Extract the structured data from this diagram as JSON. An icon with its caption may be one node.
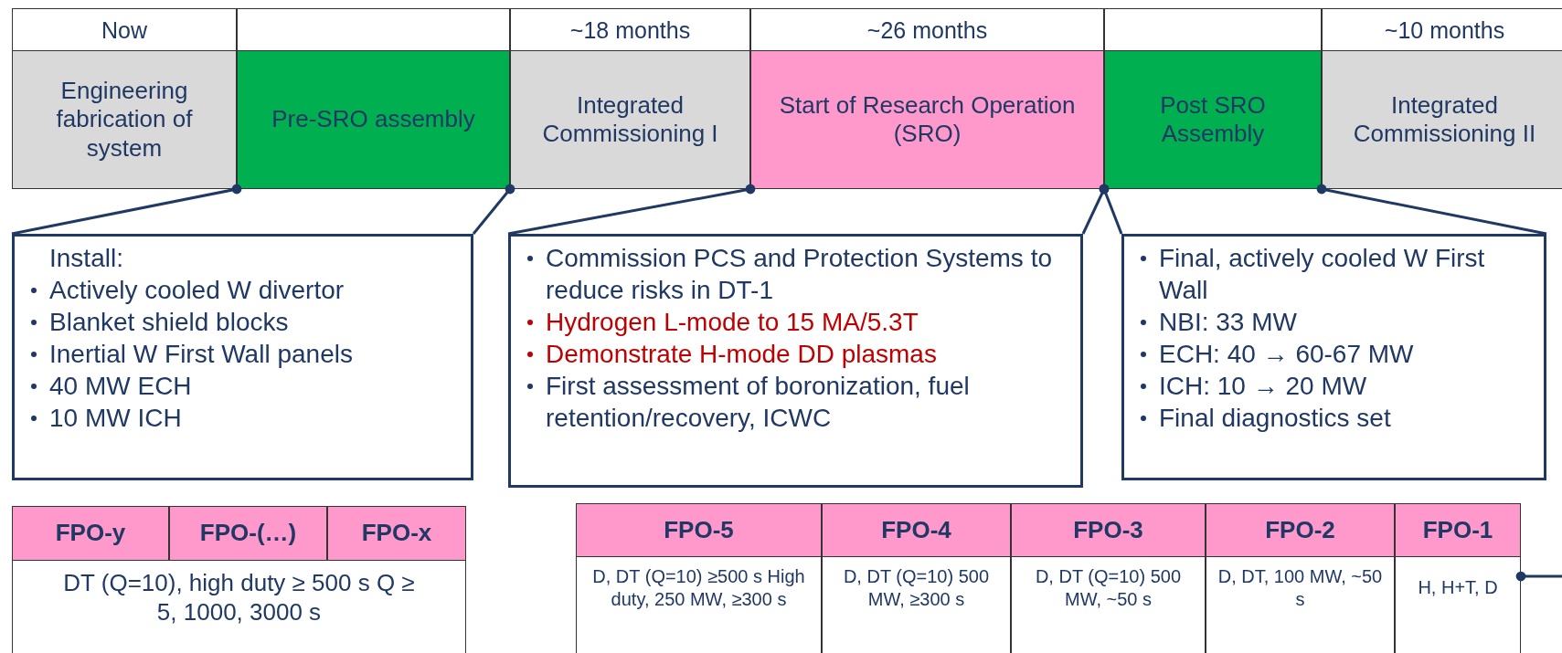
{
  "diagram": {
    "nodes": [
      {
        "text": [
          "Engineering fabrication of system"
        ]
      },
      {
        "text": [
          "Pre-SRO assembly"
        ]
      },
      {
        "text": [
          "Integrated Commissioning I"
        ]
      },
      {
        "text": [
          "Start of Research Operation (SRO)"
        ]
      },
      {
        "text": [
          "Post SRO Assembly"
        ]
      },
      {
        "text": [
          "Integrated Commissioning II"
        ]
      },
      {
        "text": [
          "Install:",
          "Actively cooled W divertor",
          "Blanket shield blocks",
          "Inertial W First Wall panels",
          "40 MW ECH",
          "10 MW ICH"
        ]
      },
      {
        "text": [
          "Commission PCS and Protection Systems to reduce risks in DT-1",
          "Hydrogen L-mode to 15 MA/5.3T",
          "Demonstrate H-mode DD plasmas",
          "First assessment of boronization, fuel retention/recovery, ICWC"
        ]
      },
      {
        "text": [
          "Final, actively cooled W First Wall",
          "NBI: 33 MW",
          "ECH: 40 → 60-67 MW",
          "ICH: 10 → 20 MW",
          "Final diagnostics set"
        ]
      },
      {
        "text": [
          "FPO-5",
          "D, DT (Q=10) ≥500 s High duty, 250 MW, ≥300 s"
        ]
      },
      {
        "text": [
          "FPO-4",
          "D, DT (Q=10) 500 MW, ≥300 s"
        ]
      },
      {
        "text": [
          "FPO-3",
          "D, DT (Q=10) 500 MW, ~50 s"
        ]
      },
      {
        "text": [
          "FPO-2",
          "D, DT, 100 MW, ~50 s"
        ]
      },
      {
        "text": [
          "FPO-1",
          "H, H+T, D"
        ]
      }
    ],
    "edges": [
      {
        "from": 6,
        "to": 1,
        "arrow": "other"
      },
      {
        "from": 6,
        "to": 1,
        "arrow": "other"
      },
      {
        "from": 7,
        "to": 3,
        "arrow": "other"
      },
      {
        "from": 7,
        "to": 3,
        "arrow": "other"
      },
      {
        "from": 8,
        "to": 4,
        "arrow": "other"
      },
      {
        "from": 8,
        "to": 4,
        "arrow": "other"
      },
      {
        "from": null,
        "to": 13,
        "arrow": "other"
      }
    ],
    "labels": [
      "Now",
      "~18 months",
      "~26 months",
      "~10 months",
      "FPO-y",
      "FPO-(…)",
      "FPO-x",
      "DT (Q=10), high duty ≥ 500 s Q ≥ 5, 1000, 3000 s"
    ]
  }
}
